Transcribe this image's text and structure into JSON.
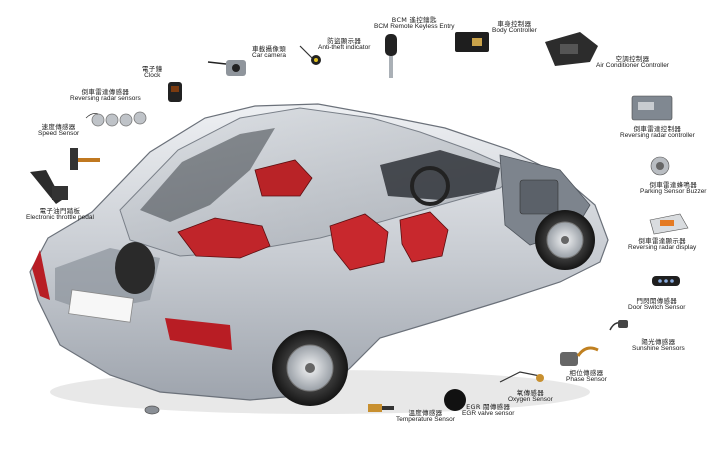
{
  "labels": {
    "clock": {
      "zh": "電子鐘",
      "en": "Clock"
    },
    "reversing_radar_sensors": {
      "zh": "倒車雷達傳感器",
      "en": "Reversing radar sensors"
    },
    "speed_sensor": {
      "zh": "速度傳感器",
      "en": "Speed Sensor"
    },
    "throttle_pedal": {
      "zh": "電子油門踏板",
      "en": "Electronic throttle pedal"
    },
    "car_camera": {
      "zh": "車載攝像頭",
      "en": "Car camera"
    },
    "anti_theft": {
      "zh": "防盜顯示器",
      "en": "Anti-theft indicator"
    },
    "bcm_keyless": {
      "zh": "BCM 遙控鑰匙",
      "en": "BCM Remote Keyless Entry"
    },
    "body_controller": {
      "zh": "車身控制器",
      "en": "Body Controller"
    },
    "ac_controller": {
      "zh": "空調控制器",
      "en": "Air Conditioner Controller"
    },
    "radar_controller": {
      "zh": "倒車雷達控制器",
      "en": "Reversing radar controller"
    },
    "parking_buzzer": {
      "zh": "倒車雷達蜂鳴器",
      "en": "Parking Sensor Buzzer"
    },
    "radar_display": {
      "zh": "倒車雷達顯示器",
      "en": "Reversing radar display"
    },
    "door_switch": {
      "zh": "門閃開傳感器",
      "en": "Door Switch Sensor"
    },
    "sunshine": {
      "zh": "陽光傳感器",
      "en": "Sunshine Sensors"
    },
    "phase": {
      "zh": "相位傳感器",
      "en": "Phase Sensor"
    },
    "oxygen": {
      "zh": "氧傳感器",
      "en": "Oxygen Sensor"
    },
    "egr": {
      "zh": "EGR 閥傳感器",
      "en": "EGR valve sensor"
    },
    "temperature": {
      "zh": "溫度傳感器",
      "en": "Temperature Sensor"
    }
  }
}
